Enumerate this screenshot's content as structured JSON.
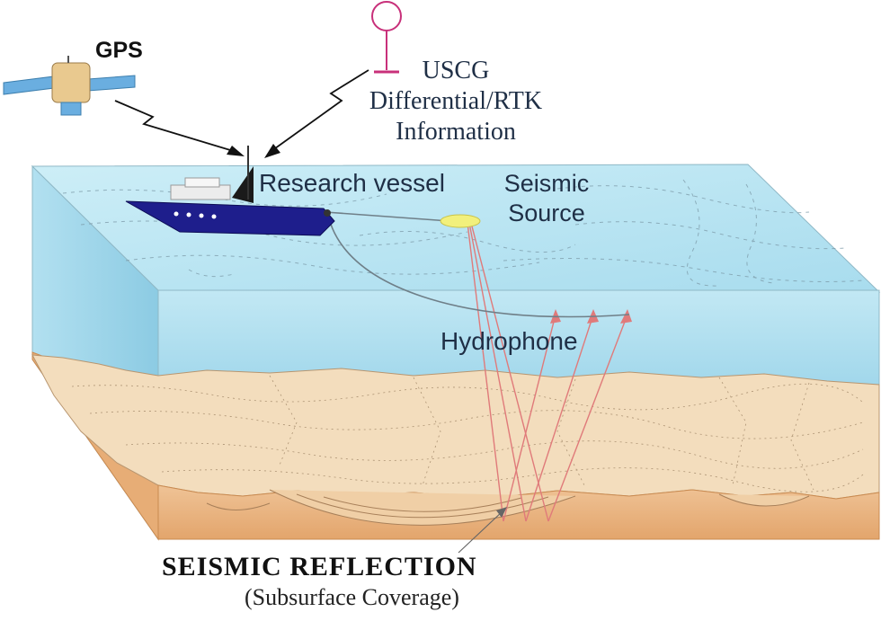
{
  "labels": {
    "gps": "GPS",
    "uscg_line1": "USCG",
    "uscg_line2": "Differential/RTK",
    "uscg_line3": "Information",
    "research_vessel": "Research vessel",
    "seismic_line1": "Seismic",
    "seismic_line2": "Source",
    "hydrophone": "Hydrophone",
    "title": "SEISMIC REFLECTION",
    "subtitle": "(Subsurface Coverage)"
  },
  "colors": {
    "water_top": "#bfe6f2",
    "water_front": "#a9dcee",
    "water_side": "#9ad3e8",
    "seafloor": "#f2dcbc",
    "sediment": "#e9b988",
    "sediment_dark": "#d98d4e",
    "vessel_hull": "#1e1e8c",
    "ray": "#e07a7a",
    "antenna": "#c8307a",
    "text": "#1f2f46"
  },
  "icons": [
    "satellite-icon",
    "antenna-icon",
    "ship-icon",
    "lightning-icon"
  ]
}
